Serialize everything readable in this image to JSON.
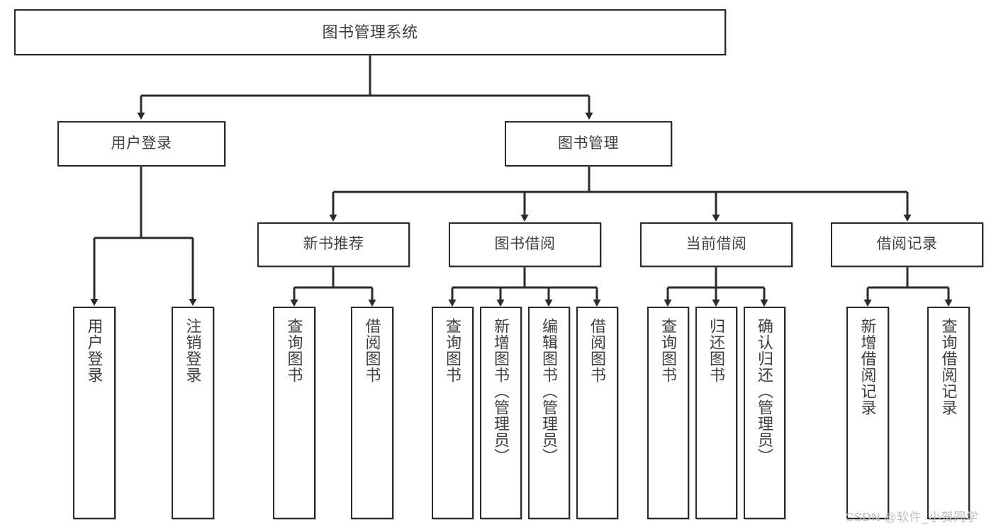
{
  "diagram": {
    "type": "tree-hierarchy-flowchart",
    "root": {
      "label": "图书管理系统"
    },
    "level2": [
      {
        "label": "用户登录"
      },
      {
        "label": "图书管理"
      }
    ],
    "level3": [
      {
        "label": "新书推荐"
      },
      {
        "label": "图书借阅"
      },
      {
        "label": "当前借阅"
      },
      {
        "label": "借阅记录"
      }
    ],
    "leaves": {
      "user_login": [
        {
          "label": "用户登录"
        },
        {
          "label": "注销登录"
        }
      ],
      "new_book_recommend": [
        {
          "label": "查询图书"
        },
        {
          "label": "借阅图书"
        }
      ],
      "book_borrow": [
        {
          "label": "查询图书"
        },
        {
          "label": "新增图书（管理员）"
        },
        {
          "label": "编辑图书（管理员）"
        },
        {
          "label": "借阅图书"
        }
      ],
      "current_borrow": [
        {
          "label": "查询图书"
        },
        {
          "label": "归还图书"
        },
        {
          "label": "确认归还（管理员）"
        }
      ],
      "borrow_record": [
        {
          "label": "新增借阅记录"
        },
        {
          "label": "查询借阅记录"
        }
      ]
    }
  },
  "watermark": {
    "text": "CSDN @软件_小贺同学"
  },
  "colors": {
    "stroke": "#2b2b2b",
    "box_fill": "#ffffff",
    "text": "#3f3f3f",
    "watermark": "#bdbdbd",
    "background": "#ffffff"
  }
}
